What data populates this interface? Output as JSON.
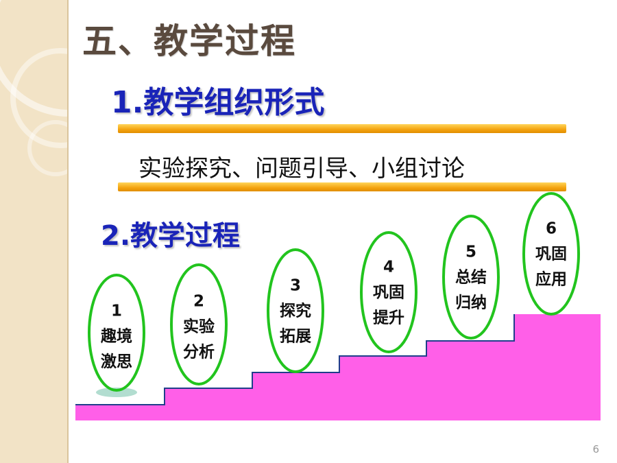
{
  "slide": {
    "title": "五、教学过程",
    "section1": {
      "title": "1.教学组织形式",
      "forms": "实验探究、问题引导、小组讨论"
    },
    "section2": {
      "title": "2.教学过程"
    },
    "steps": [
      {
        "num": "1",
        "line1": "趣境",
        "line2": "激思"
      },
      {
        "num": "2",
        "line1": "实验",
        "line2": "分析"
      },
      {
        "num": "3",
        "line1": "探究",
        "line2": "拓展"
      },
      {
        "num": "4",
        "line1": "巩固",
        "line2": "提升"
      },
      {
        "num": "5",
        "line1": "总结",
        "line2": "归纳"
      },
      {
        "num": "6",
        "line1": "巩固",
        "line2": "应用"
      }
    ],
    "page_number": "6"
  },
  "colors": {
    "title": "#5a4a3e",
    "heading_blue": "#1a24b8",
    "bar_orange": "#f4a30f",
    "stairs_magenta": "#ff5fe8",
    "ellipse_green": "#22c41e",
    "side_band": "#f2e3c6"
  }
}
